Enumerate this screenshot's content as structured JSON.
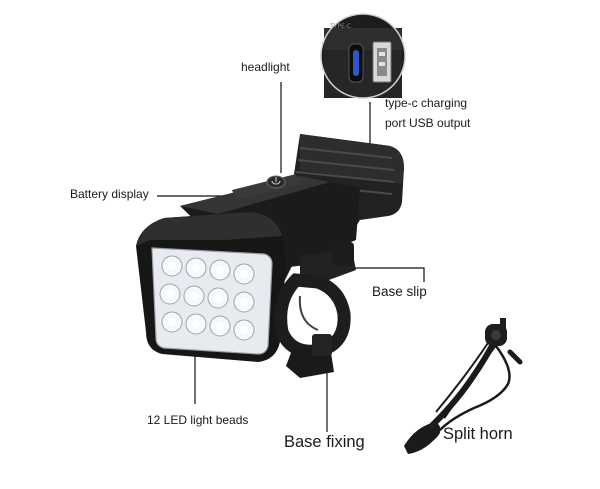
{
  "labels": {
    "headlight": "headlight",
    "charging_line1": "type-c charging",
    "charging_line2": "port USB output",
    "battery_display": "Battery display",
    "base_slip": "Base slip",
    "led_beads": "12 LED light beads",
    "base_fixing": "Base fixing",
    "split_horn": "Split horn"
  },
  "colors": {
    "body": "#1c1c1c",
    "body_highlight": "#3a3a3a",
    "lens": "#e9edf2",
    "leader_line": "#111111"
  },
  "icons": {
    "power_button": "power-icon",
    "usb_c_port": "usb-c-port-icon",
    "usb_a_port": "usb-a-port-icon"
  }
}
